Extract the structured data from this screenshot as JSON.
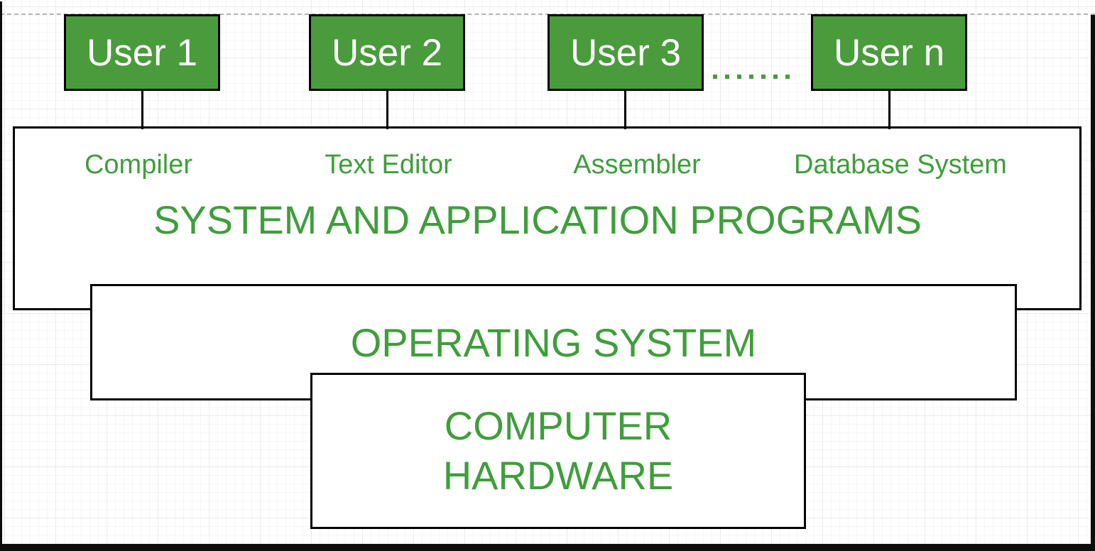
{
  "diagram": {
    "users": [
      {
        "label": "User 1"
      },
      {
        "label": "User 2"
      },
      {
        "label": "User 3"
      },
      {
        "label": "User n"
      }
    ],
    "programs": [
      "Compiler",
      "Text Editor",
      "Assembler",
      "Database System"
    ],
    "system_box_title": "SYSTEM AND APPLICATION PROGRAMS",
    "os_label": "OPERATING SYSTEM",
    "hardware_lines": [
      "COMPUTER",
      "HARDWARE"
    ],
    "colors": {
      "node_fill_green": "#4a9b3c",
      "text_green": "#3f9e3b",
      "user_text": "#ffffff",
      "shape_border": "#000000",
      "dashed_guide": "#b5b5b5",
      "grid_minor": "#f6f6f6",
      "grid_major": "#ebebeb",
      "screenshot_edge": "#0d0d0d"
    }
  }
}
